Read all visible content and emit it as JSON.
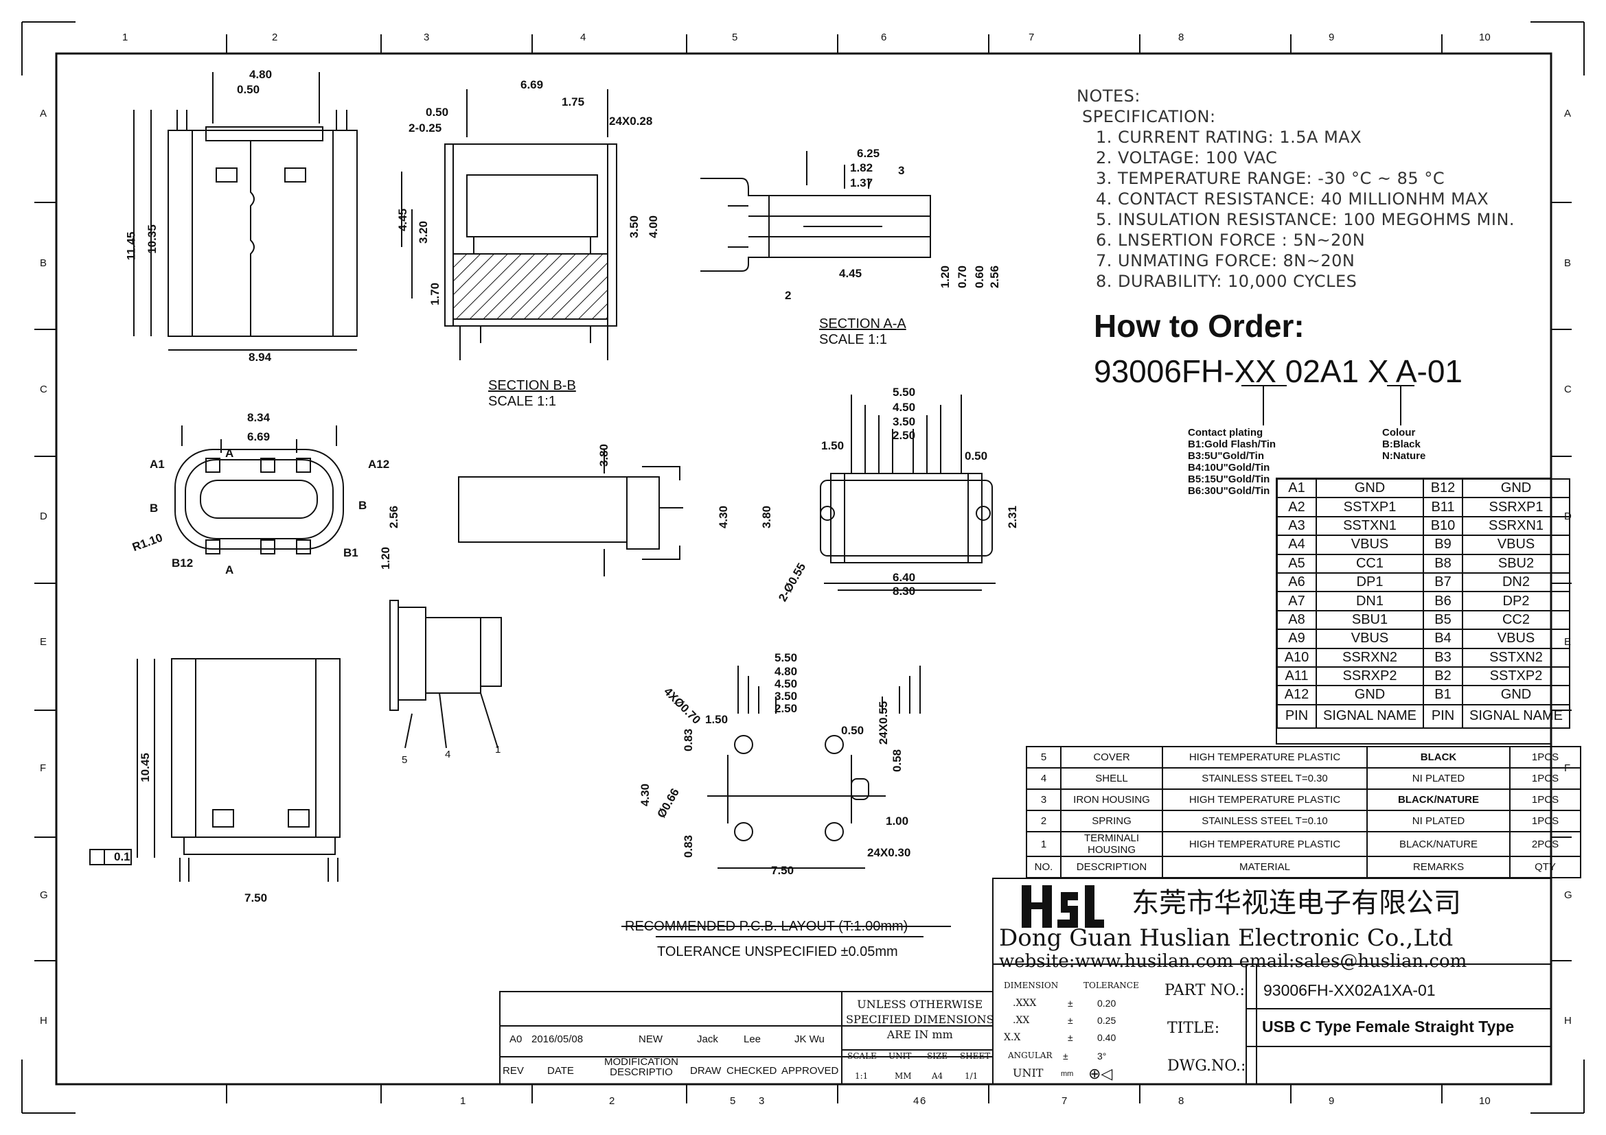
{
  "border": {
    "columns": [
      "1",
      "2",
      "3",
      "4",
      "5",
      "6",
      "7",
      "8",
      "9",
      "10"
    ],
    "rows": [
      "A",
      "B",
      "C",
      "D",
      "E",
      "F",
      "G",
      "H"
    ],
    "bottom_columns": [
      "1",
      "2",
      "5",
      "3",
      "4",
      "6",
      "7",
      "8",
      "9",
      "10"
    ]
  },
  "notes": {
    "heading": "NOTES:",
    "subheading": "SPECIFICATION:",
    "items": [
      "1. CURRENT RATING: 1.5A MAX",
      "2. VOLTAGE: 100 VAC",
      "3. TEMPERATURE RANGE: -30 °C ~ 85 °C",
      "4. CONTACT RESISTANCE: 40 MILLIONHM MAX",
      "5. INSULATION RESISTANCE: 100 MEGOHMS MIN.",
      "6. LNSERTION FORCE : 5N~20N",
      "7. UNMATING FORCE: 8N~20N",
      "8. DURABILITY:  10,000 CYCLES"
    ]
  },
  "order": {
    "title": "How to Order:",
    "code": "93006FH-XX  02A1 X A-01",
    "plating_title": "Contact plating",
    "plating_options": [
      "B1:Gold Flash/Tin",
      "B3:5U\"Gold/Tin",
      "B4:10U\"Gold/Tin",
      "B5:15U\"Gold/Tin",
      "B6:30U\"Gold/Tin"
    ],
    "colour_title": "Colour",
    "colour_options": [
      "B:Black",
      "N:Nature"
    ]
  },
  "pin_table": {
    "rows": [
      [
        "A1",
        "GND",
        "B12",
        "GND"
      ],
      [
        "A2",
        "SSTXP1",
        "B11",
        "SSRXP1"
      ],
      [
        "A3",
        "SSTXN1",
        "B10",
        "SSRXN1"
      ],
      [
        "A4",
        "VBUS",
        "B9",
        "VBUS"
      ],
      [
        "A5",
        "CC1",
        "B8",
        "SBU2"
      ],
      [
        "A6",
        "DP1",
        "B7",
        "DN2"
      ],
      [
        "A7",
        "DN1",
        "B6",
        "DP2"
      ],
      [
        "A8",
        "SBU1",
        "B5",
        "CC2"
      ],
      [
        "A9",
        "VBUS",
        "B4",
        "VBUS"
      ],
      [
        "A10",
        "SSRXN2",
        "B3",
        "SSTXN2"
      ],
      [
        "A11",
        "SSRXP2",
        "B2",
        "SSTXP2"
      ],
      [
        "A12",
        "GND",
        "B1",
        "GND"
      ]
    ],
    "header": [
      "PIN",
      "SIGNAL NAME",
      "PIN",
      "SIGNAL NAME"
    ]
  },
  "bom": {
    "rows": [
      [
        "5",
        "COVER",
        "HIGH TEMPERATURE PLASTIC",
        "BLACK",
        "1PCS"
      ],
      [
        "4",
        "SHELL",
        "STAINLESS STEEL T=0.30",
        "NI PLATED",
        "1PCS"
      ],
      [
        "3",
        "IRON HOUSING",
        "HIGH TEMPERATURE PLASTIC",
        "BLACK/NATURE",
        "1PCS"
      ],
      [
        "2",
        "SPRING",
        "STAINLESS STEEL T=0.10",
        "NI PLATED",
        "1PCS"
      ],
      [
        "1",
        "TERMINALI HOUSING",
        "HIGH TEMPERATURE PLASTIC",
        "BLACK/NATURE",
        "2PCS"
      ]
    ],
    "header": [
      "NO.",
      "DESCRIPTION",
      "MATERIAL",
      "REMARKS",
      "QTY"
    ]
  },
  "title_block": {
    "logo": "Hsl",
    "company_cn": "东莞市华视连电子有限公司",
    "company_en": "Dong Guan Huslian Electronic Co.,Ltd",
    "website": "website:www.husilan.com  email:sales@huslian.com",
    "part_no_label": "PART NO.:",
    "part_no": "93006FH-XX02A1XA-01",
    "title_label": "TITLE:",
    "title": "USB C Type Female Straight Type",
    "dwg_label": "DWG.NO.:",
    "dwg_no": "",
    "tolerance_header": [
      "DIMENSION",
      "TOLERANCE"
    ],
    "tolerances": [
      [
        ".XXX",
        "±",
        "0.20"
      ],
      [
        ".XX",
        "±",
        "0.25"
      ],
      [
        "X.X",
        "±",
        "0.40"
      ],
      [
        "ANGULAR",
        "±",
        "3°"
      ]
    ],
    "unit_label": "UNIT",
    "unit_value": "mm",
    "unless_text": [
      "UNLESS OTHERWISE",
      "SPECIFIED DIMENSIONS",
      "ARE IN mm"
    ],
    "scale_header": [
      "SCALE",
      "UNIT",
      "SIZE",
      "SHEET"
    ],
    "scale_values": [
      "1:1",
      "MM",
      "A4",
      "1/1"
    ]
  },
  "revision": {
    "values": [
      "A0",
      "2016/05/08",
      "NEW",
      "Jack",
      "Lee",
      "JK Wu"
    ],
    "header": [
      "REV",
      "DATE",
      "MODIFICATION DESCRIPTIO",
      "DRAW",
      "CHECKED",
      "APPROVED"
    ]
  },
  "views": {
    "section_bb": "SECTION B-B",
    "section_bb_scale": "SCALE 1:1",
    "section_aa": "SECTION A-A",
    "section_aa_scale": "SCALE 1:1",
    "pcb_title": "RECOMMENDED   P.C.B. LAYOUT (T:1.00mm)",
    "pcb_tolerance": "TOLERANCE UNSPECIFIED ±0.05mm",
    "flatness": "0.1"
  },
  "dims": {
    "d480": "4.80",
    "d050a": "0.50",
    "d1145": "11.45",
    "d1035": "10.35",
    "d894": "8.94",
    "d669": "6.69",
    "d175": "1.75",
    "d050b": "0.50",
    "d2x025": "2-0.25",
    "d24x028": "24X0.28",
    "d445": "4.45",
    "d320": "3.20",
    "d350": "3.50",
    "d400": "4.00",
    "d170": "1.70",
    "d625": "6.25",
    "d182": "1.82",
    "d137": "1.37",
    "d445b": "4.45",
    "d120": "1.20",
    "d070": "0.70",
    "d060": "0.60",
    "d256": "2.56",
    "d834": "8.34",
    "d669b": "6.69",
    "dA1": "A1",
    "dA": "A",
    "dA12": "A12",
    "dB": "B",
    "dR110": "R1.10",
    "dB12": "B12",
    "dB1": "B1",
    "d256b": "2.56",
    "d120b": "1.20",
    "d380": "3.80",
    "d430": "4.30",
    "d550": "5.50",
    "d450": "4.50",
    "d350b": "3.50",
    "d250": "2.50",
    "d150": "1.50",
    "d050c": "0.50",
    "d380b": "3.80",
    "d231": "2.31",
    "d2x055": "2-Ø0.55",
    "d640": "6.40",
    "d830": "8.30",
    "d1045": "10.45",
    "d750": "7.50",
    "d550c": "5.50",
    "d480c": "4.80",
    "d450c": "4.50",
    "d350c": "3.50",
    "d250c": "2.50",
    "d4x070": "4XØ0.70",
    "d150c": "1.50",
    "d083": "0.83",
    "d050d": "0.50",
    "d24x055": "24X0.55",
    "d058": "0.58",
    "d430c": "4.30",
    "d066": "Ø0.66",
    "d100": "1.00",
    "d083b": "0.83",
    "d24x030": "24X0.30",
    "d750c": "7.50",
    "l1": "1",
    "l2": "2",
    "l3": "3",
    "l4": "4",
    "l5": "5",
    "l2b": "2",
    "l3b": "3"
  }
}
